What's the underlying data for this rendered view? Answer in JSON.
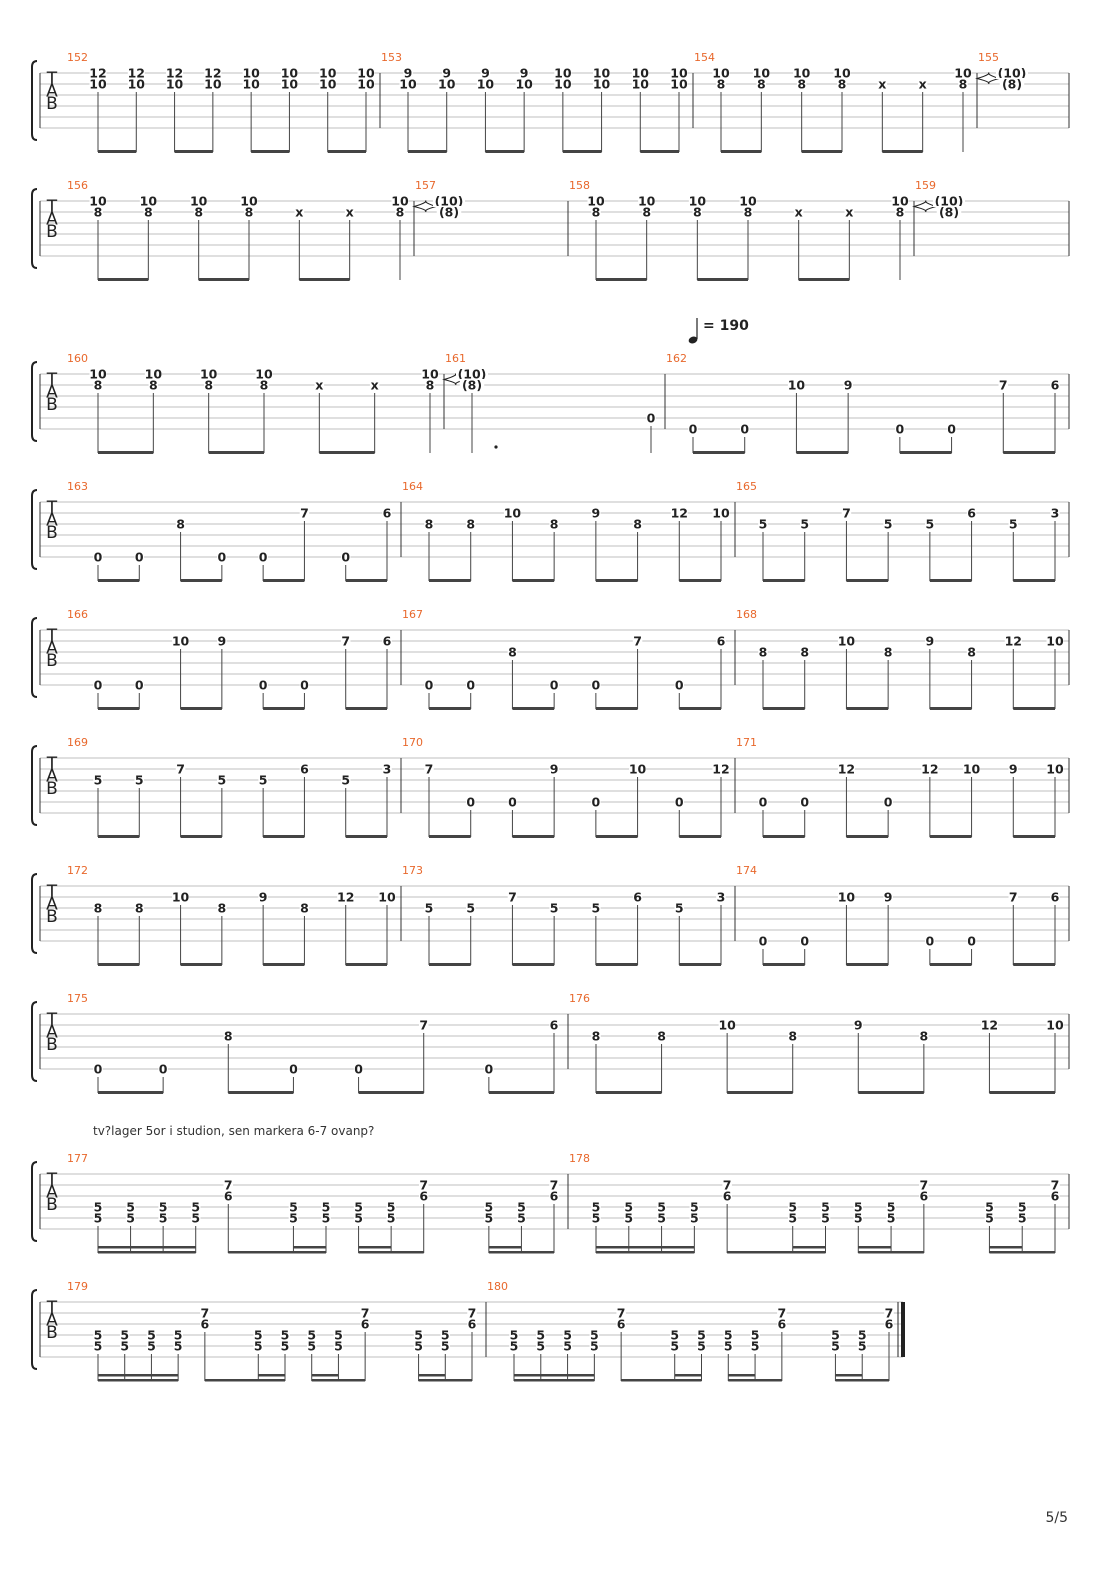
{
  "annotation": "tv?lager 5or i studion, sen markera 6-7 ovanp?",
  "page_number": "5/5",
  "tab_label": [
    "T",
    "A",
    "B"
  ],
  "tempo": {
    "icon": "quarter-note-icon",
    "text": "= 190",
    "measure": "162"
  },
  "systems": [
    {
      "measures": [
        {
          "number": "152",
          "events": [
            {
              "s1": "12",
              "s2": "10"
            },
            {
              "s1": "12",
              "s2": "10"
            },
            {
              "s1": "12",
              "s2": "10"
            },
            {
              "s1": "12",
              "s2": "10"
            },
            {
              "s1": "10",
              "s2": "10"
            },
            {
              "s1": "10",
              "s2": "10"
            },
            {
              "s1": "10",
              "s2": "10"
            },
            {
              "s1": "10",
              "s2": "10"
            }
          ]
        },
        {
          "number": "153",
          "events": [
            {
              "s1": "9",
              "s2": "10"
            },
            {
              "s1": "9",
              "s2": "10"
            },
            {
              "s1": "9",
              "s2": "10"
            },
            {
              "s1": "9",
              "s2": "10"
            },
            {
              "s1": "10",
              "s2": "10"
            },
            {
              "s1": "10",
              "s2": "10"
            },
            {
              "s1": "10",
              "s2": "10"
            },
            {
              "s1": "10",
              "s2": "10"
            }
          ]
        },
        {
          "number": "154",
          "events": [
            {
              "s1": "10",
              "s2": "8"
            },
            {
              "s1": "10",
              "s2": "8"
            },
            {
              "s1": "10",
              "s2": "8"
            },
            {
              "s1": "10",
              "s2": "8"
            },
            {
              "s2": "x"
            },
            {
              "s2": "x"
            },
            {
              "s1": "10",
              "s2": "8",
              "tie": true,
              "dur": "q"
            }
          ]
        },
        {
          "number": "155",
          "events": [
            {
              "s1": "(10)",
              "s2": "(8)",
              "tied": true
            }
          ]
        }
      ]
    },
    {
      "measures": [
        {
          "number": "156",
          "events": [
            {
              "s1": "10",
              "s2": "8"
            },
            {
              "s1": "10",
              "s2": "8"
            },
            {
              "s1": "10",
              "s2": "8"
            },
            {
              "s1": "10",
              "s2": "8"
            },
            {
              "s2": "x"
            },
            {
              "s2": "x"
            },
            {
              "s1": "10",
              "s2": "8",
              "tie": true,
              "dur": "q"
            }
          ]
        },
        {
          "number": "157",
          "events": [
            {
              "s1": "(10)",
              "s2": "(8)",
              "tied": true
            }
          ]
        },
        {
          "number": "158",
          "events": [
            {
              "s1": "10",
              "s2": "8"
            },
            {
              "s1": "10",
              "s2": "8"
            },
            {
              "s1": "10",
              "s2": "8"
            },
            {
              "s1": "10",
              "s2": "8"
            },
            {
              "s2": "x"
            },
            {
              "s2": "x"
            },
            {
              "s1": "10",
              "s2": "8",
              "tie": true,
              "dur": "q"
            }
          ]
        },
        {
          "number": "159",
          "events": [
            {
              "s1": "(10)",
              "s2": "(8)",
              "tied": true
            }
          ]
        }
      ]
    },
    {
      "measures": [
        {
          "number": "160",
          "events": [
            {
              "s1": "10",
              "s2": "8"
            },
            {
              "s1": "10",
              "s2": "8"
            },
            {
              "s1": "10",
              "s2": "8"
            },
            {
              "s1": "10",
              "s2": "8"
            },
            {
              "s2": "x"
            },
            {
              "s2": "x"
            },
            {
              "s1": "10",
              "s2": "8",
              "tie": true,
              "dur": "q"
            }
          ]
        },
        {
          "number": "161",
          "events": [
            {
              "s1": "(10)",
              "s2": "(8)",
              "tied": true,
              "dur": "qd"
            },
            {
              "s5": "0",
              "dur": "q"
            }
          ]
        },
        {
          "number": "162",
          "events": [
            {
              "s6": "0"
            },
            {
              "s6": "0"
            },
            {
              "s2": "10"
            },
            {
              "s2": "9"
            },
            {
              "s6": "0"
            },
            {
              "s6": "0"
            },
            {
              "s2": "7"
            },
            {
              "s2": "6"
            }
          ]
        }
      ]
    },
    {
      "measures": [
        {
          "number": "163",
          "events": [
            {
              "s6": "0"
            },
            {
              "s6": "0"
            },
            {
              "s3": "8"
            },
            {
              "s6": "0"
            },
            {
              "s6": "0"
            },
            {
              "s2": "7"
            },
            {
              "s6": "0"
            },
            {
              "s2": "6"
            }
          ]
        },
        {
          "number": "164",
          "events": [
            {
              "s3": "8"
            },
            {
              "s3": "8"
            },
            {
              "s2": "10"
            },
            {
              "s3": "8"
            },
            {
              "s2": "9"
            },
            {
              "s3": "8"
            },
            {
              "s2": "12"
            },
            {
              "s2": "10"
            }
          ]
        },
        {
          "number": "165",
          "events": [
            {
              "s3": "5"
            },
            {
              "s3": "5"
            },
            {
              "s2": "7"
            },
            {
              "s3": "5"
            },
            {
              "s3": "5"
            },
            {
              "s2": "6"
            },
            {
              "s3": "5"
            },
            {
              "s2": "3"
            }
          ]
        }
      ]
    },
    {
      "measures": [
        {
          "number": "166",
          "events": [
            {
              "s6": "0"
            },
            {
              "s6": "0"
            },
            {
              "s2": "10"
            },
            {
              "s2": "9"
            },
            {
              "s6": "0"
            },
            {
              "s6": "0"
            },
            {
              "s2": "7"
            },
            {
              "s2": "6"
            }
          ]
        },
        {
          "number": "167",
          "events": [
            {
              "s6": "0"
            },
            {
              "s6": "0"
            },
            {
              "s3": "8"
            },
            {
              "s6": "0"
            },
            {
              "s6": "0"
            },
            {
              "s2": "7"
            },
            {
              "s6": "0"
            },
            {
              "s2": "6"
            }
          ]
        },
        {
          "number": "168",
          "events": [
            {
              "s3": "8"
            },
            {
              "s3": "8"
            },
            {
              "s2": "10"
            },
            {
              "s3": "8"
            },
            {
              "s2": "9"
            },
            {
              "s3": "8"
            },
            {
              "s2": "12"
            },
            {
              "s2": "10"
            }
          ]
        }
      ]
    },
    {
      "measures": [
        {
          "number": "169",
          "events": [
            {
              "s3": "5"
            },
            {
              "s3": "5"
            },
            {
              "s2": "7"
            },
            {
              "s3": "5"
            },
            {
              "s3": "5"
            },
            {
              "s2": "6"
            },
            {
              "s3": "5"
            },
            {
              "s2": "3"
            }
          ]
        },
        {
          "number": "170",
          "events": [
            {
              "s2": "7"
            },
            {
              "s5": "0"
            },
            {
              "s5": "0"
            },
            {
              "s2": "9"
            },
            {
              "s5": "0"
            },
            {
              "s2": "10"
            },
            {
              "s5": "0"
            },
            {
              "s2": "12"
            }
          ]
        },
        {
          "number": "171",
          "events": [
            {
              "s5": "0"
            },
            {
              "s5": "0"
            },
            {
              "s2": "12"
            },
            {
              "s5": "0"
            },
            {
              "s2": "12"
            },
            {
              "s2": "10"
            },
            {
              "s2": "9"
            },
            {
              "s2": "10"
            }
          ]
        }
      ]
    },
    {
      "measures": [
        {
          "number": "172",
          "events": [
            {
              "s3": "8"
            },
            {
              "s3": "8"
            },
            {
              "s2": "10"
            },
            {
              "s3": "8"
            },
            {
              "s2": "9"
            },
            {
              "s3": "8"
            },
            {
              "s2": "12"
            },
            {
              "s2": "10"
            }
          ]
        },
        {
          "number": "173",
          "events": [
            {
              "s3": "5"
            },
            {
              "s3": "5"
            },
            {
              "s2": "7"
            },
            {
              "s3": "5"
            },
            {
              "s3": "5"
            },
            {
              "s2": "6"
            },
            {
              "s3": "5"
            },
            {
              "s2": "3"
            }
          ]
        },
        {
          "number": "174",
          "events": [
            {
              "s6": "0"
            },
            {
              "s6": "0"
            },
            {
              "s2": "10"
            },
            {
              "s2": "9"
            },
            {
              "s6": "0"
            },
            {
              "s6": "0"
            },
            {
              "s2": "7"
            },
            {
              "s2": "6"
            }
          ]
        }
      ]
    },
    {
      "measures": [
        {
          "number": "175",
          "events": [
            {
              "s6": "0"
            },
            {
              "s6": "0"
            },
            {
              "s3": "8"
            },
            {
              "s6": "0"
            },
            {
              "s6": "0"
            },
            {
              "s2": "7"
            },
            {
              "s6": "0"
            },
            {
              "s2": "6"
            }
          ]
        },
        {
          "number": "176",
          "events": [
            {
              "s3": "8"
            },
            {
              "s3": "8"
            },
            {
              "s2": "10"
            },
            {
              "s3": "8"
            },
            {
              "s2": "9"
            },
            {
              "s3": "8"
            },
            {
              "s2": "12"
            },
            {
              "s2": "10"
            }
          ]
        }
      ]
    },
    {
      "measures": [
        {
          "number": "177",
          "events": [
            {
              "s4": "5",
              "s5": "5"
            },
            {
              "s4": "5",
              "s5": "5"
            },
            {
              "s4": "5",
              "s5": "5"
            },
            {
              "s4": "5",
              "s5": "5"
            },
            {
              "s2": "7",
              "s3": "6"
            },
            {
              "s4": "5",
              "s5": "5"
            },
            {
              "s4": "5",
              "s5": "5"
            },
            {
              "s4": "5",
              "s5": "5"
            },
            {
              "s4": "5",
              "s5": "5"
            },
            {
              "s2": "7",
              "s3": "6"
            },
            {
              "s4": "5",
              "s5": "5"
            },
            {
              "s4": "5",
              "s5": "5"
            },
            {
              "s2": "7",
              "s3": "6"
            }
          ]
        },
        {
          "number": "178",
          "events": [
            {
              "s4": "5",
              "s5": "5"
            },
            {
              "s4": "5",
              "s5": "5"
            },
            {
              "s4": "5",
              "s5": "5"
            },
            {
              "s4": "5",
              "s5": "5"
            },
            {
              "s2": "7",
              "s3": "6"
            },
            {
              "s4": "5",
              "s5": "5"
            },
            {
              "s4": "5",
              "s5": "5"
            },
            {
              "s4": "5",
              "s5": "5"
            },
            {
              "s4": "5",
              "s5": "5"
            },
            {
              "s2": "7",
              "s3": "6"
            },
            {
              "s4": "5",
              "s5": "5"
            },
            {
              "s4": "5",
              "s5": "5"
            },
            {
              "s2": "7",
              "s3": "6"
            }
          ]
        }
      ]
    },
    {
      "measures": [
        {
          "number": "179",
          "events": [
            {
              "s4": "5",
              "s5": "5"
            },
            {
              "s4": "5",
              "s5": "5"
            },
            {
              "s4": "5",
              "s5": "5"
            },
            {
              "s4": "5",
              "s5": "5"
            },
            {
              "s2": "7",
              "s3": "6"
            },
            {
              "s4": "5",
              "s5": "5"
            },
            {
              "s4": "5",
              "s5": "5"
            },
            {
              "s4": "5",
              "s5": "5"
            },
            {
              "s4": "5",
              "s5": "5"
            },
            {
              "s2": "7",
              "s3": "6"
            },
            {
              "s4": "5",
              "s5": "5"
            },
            {
              "s4": "5",
              "s5": "5"
            },
            {
              "s2": "7",
              "s3": "6"
            }
          ]
        },
        {
          "number": "180",
          "final": true,
          "events": [
            {
              "s4": "5",
              "s5": "5"
            },
            {
              "s4": "5",
              "s5": "5"
            },
            {
              "s4": "5",
              "s5": "5"
            },
            {
              "s4": "5",
              "s5": "5"
            },
            {
              "s2": "7",
              "s3": "6"
            },
            {
              "s4": "5",
              "s5": "5"
            },
            {
              "s4": "5",
              "s5": "5"
            },
            {
              "s4": "5",
              "s5": "5"
            },
            {
              "s4": "5",
              "s5": "5"
            },
            {
              "s2": "7",
              "s3": "6"
            },
            {
              "s4": "5",
              "s5": "5"
            },
            {
              "s4": "5",
              "s5": "5"
            },
            {
              "s2": "7",
              "s3": "6"
            }
          ]
        }
      ]
    }
  ]
}
